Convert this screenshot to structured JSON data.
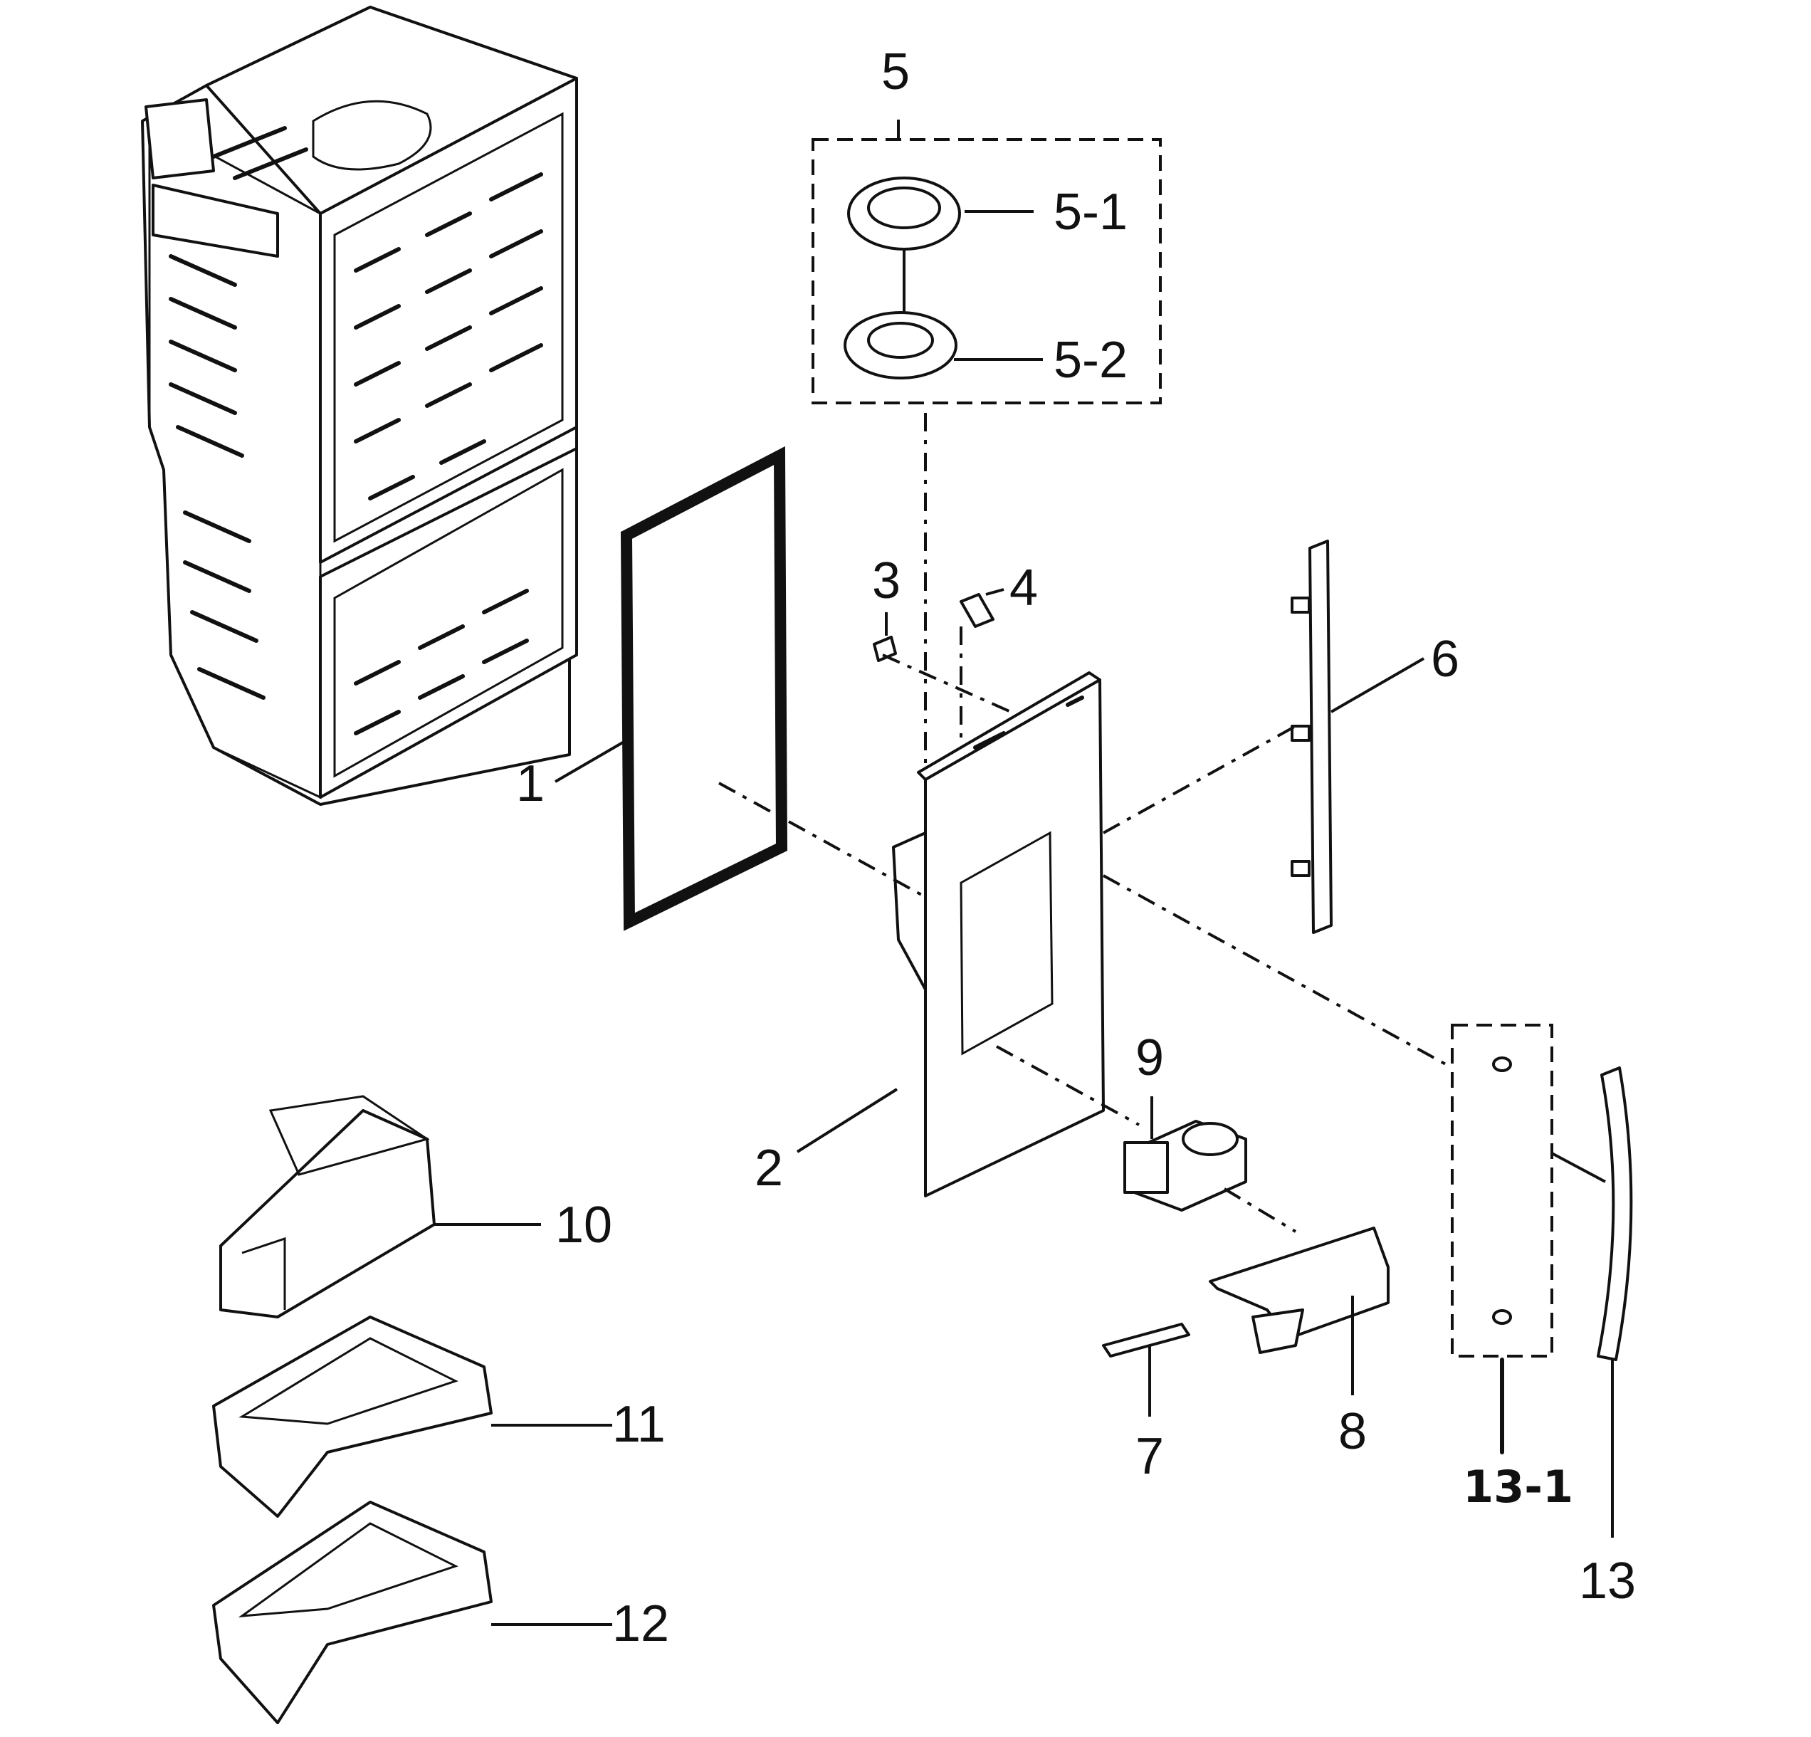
{
  "callouts": {
    "c1": "1",
    "c2": "2",
    "c3": "3",
    "c4": "4",
    "c5": "5",
    "c5_1": "5-1",
    "c5_2": "5-2",
    "c6": "6",
    "c7": "7",
    "c8": "8",
    "c9": "9",
    "c10": "10",
    "c11": "11",
    "c12": "12",
    "c13": "13",
    "c13_1": "13-1"
  },
  "colors": {
    "line": "#111111",
    "background": "#ffffff"
  }
}
